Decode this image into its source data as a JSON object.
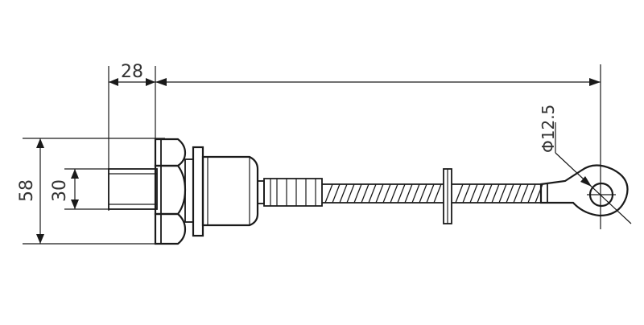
{
  "dimensions": {
    "hex_width": "28",
    "overall_height": "58",
    "stud_height": "30",
    "ring_diameter": "Φ12.5"
  },
  "colors": {
    "line": "#1a1a1a",
    "text": "#333333",
    "background": "#ffffff"
  }
}
